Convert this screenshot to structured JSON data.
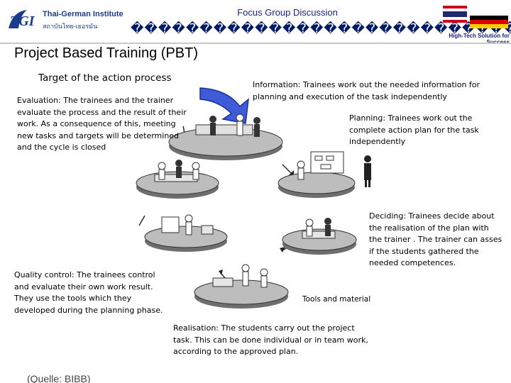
{
  "header": {
    "logo_text_line1": "Thai-German Institute",
    "logo_text_line2": "สถาบันไทย-เยอรมัน",
    "title": "Focus Group Discussion",
    "garbled": "��������������������������������",
    "tagline": "High-Tech Solution for Success"
  },
  "slide": {
    "title": "Project Based Training (PBT)",
    "subtitle": "Target of the action process",
    "information": "Information: Trainees work out the needed information for planning and execution of the task independently",
    "evaluation": "Evaluation: The trainees and the trainer evaluate the process and the result of their work. As a consequence of this, meeting new tasks and targets will be determined and the cycle is closed",
    "planning": "Planning: Trainees work out the complete action plan for the task independently",
    "deciding": "Deciding: Trainees decide about the realisation of the plan with the trainer . The trainer can asses if the students gathered the needed competences.",
    "quality_control": "Quality control: The trainees control and evaluate their own work result. They use the tools which they developed during the planning phase.",
    "tools": "Tools and material",
    "realisation": "Realisation: The students carry out the project task. This can be done individual or in team work, according to the approved plan.",
    "source": "(Quelle: BIBB)"
  }
}
